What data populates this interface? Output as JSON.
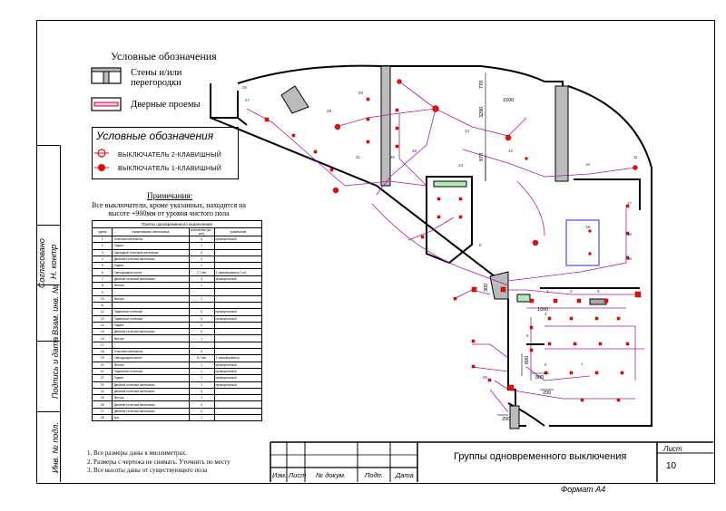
{
  "legend": {
    "title": "Условные обозначения",
    "walls_label": "Стены и/или\nперегородки",
    "doors_label": "Дверные проемы"
  },
  "switch_legend": {
    "title": "Условные обозначения",
    "row1": "ВЫКЛЮЧАТЕЛЬ 2-КЛАВИШНЫЙ",
    "row2": "ВЫКЛЮЧАТЕЛЬ 1-КЛАВИШНЫЙ"
  },
  "notes": {
    "title": "Примечания:",
    "text": "Все выключатели, кроме указанных, находятся на высоте +900мм от уровня чистого пола"
  },
  "groups_table": {
    "caption": "Группы одновременного выключения",
    "headers": [
      "группа",
      "наименование светильника",
      "количество (шт., м/п)",
      "примечание"
    ],
    "rows": [
      [
        "1",
        "Точечный светильник",
        "6",
        "прямоугольный"
      ],
      [
        "2",
        "Подвес",
        "1",
        ""
      ],
      [
        "3",
        "Накладной точечный светильник",
        "4",
        ""
      ],
      [
        "4",
        "Двойной точечный светильник",
        "4",
        ""
      ],
      [
        "5",
        "Подвес",
        "1",
        ""
      ],
      [
        "6",
        "Светодиодная лента",
        "2,7 м/п",
        "1 трансформатор 2 шт."
      ],
      [
        "7",
        "Двойной точечный светильник",
        "4",
        "прямоугольный"
      ],
      [
        "8",
        "Люстра",
        "1",
        ""
      ],
      [
        "9",
        "",
        "",
        ""
      ],
      [
        "10",
        "Люстра",
        "1",
        ""
      ],
      [
        "11",
        "",
        "",
        ""
      ],
      [
        "12",
        "Подвесные точечный",
        "6",
        "прямоугольный"
      ],
      [
        "13",
        "Подвесные точечный",
        "6",
        "прямоугольный"
      ],
      [
        "14",
        "Подвес",
        "2",
        ""
      ],
      [
        "15",
        "Двойной точечный светильник",
        "6",
        ""
      ],
      [
        "16",
        "Люстра",
        "1",
        ""
      ],
      [
        "17",
        "",
        "",
        ""
      ],
      [
        "18",
        "Точечный светильник",
        "6",
        ""
      ],
      [
        "19",
        "Светодиодная лента",
        "8,7 м/п",
        "1 трансформатор"
      ],
      [
        "20",
        "Люстра",
        "1",
        "прямоугольный"
      ],
      [
        "21",
        "Подвесные точечный",
        "1",
        "прямоугольный"
      ],
      [
        "22",
        "Подвес",
        "1",
        "прямоугольный"
      ],
      [
        "23",
        "Двойной точечный светильник",
        "1",
        "прямоугольный"
      ],
      [
        "24",
        "Двойной точечный светильник",
        "6",
        ""
      ],
      [
        "25",
        "Люстра",
        "1",
        ""
      ],
      [
        "26",
        "Двойной точечный светильник",
        "6",
        ""
      ],
      [
        "27",
        "Двойной точечный светильник",
        "6",
        ""
      ],
      [
        "28",
        "Бра",
        "1",
        ""
      ]
    ]
  },
  "footnotes": [
    "1.   Все  размеры даны в миллиметрах.",
    "2.   Размеры с чертежа не снимать. Уточнить по месту",
    "3.   Все высоты даны от существующего пола"
  ],
  "side_stamp": [
    "Согласовано",
    "Н. контр",
    "Взам. инв. №",
    "Подпись и дата",
    "Инв. № подл."
  ],
  "title_block": {
    "columns": [
      "Изм.",
      "Лист",
      "№ докум.",
      "Подп.",
      "Дата"
    ],
    "title": "Группы одновременного выключения",
    "sheet_label": "Лист",
    "sheet_number": "10",
    "format": "Формат А4"
  },
  "plan_labels": [
    "26",
    "27",
    "28",
    "29",
    "21",
    "20",
    "19",
    "14",
    "13",
    "12",
    "10",
    "11",
    "17",
    "16",
    "15",
    "18",
    "25",
    "8",
    "1",
    "2",
    "3",
    "4",
    "5",
    "6",
    "7"
  ],
  "dims": [
    "3290",
    "770",
    "1500",
    "600",
    "800",
    "200",
    "200",
    "300",
    "870",
    "1000"
  ],
  "colors": {
    "wiring": "#a020a0",
    "fixture": "#e01010",
    "wall": "#000000"
  }
}
